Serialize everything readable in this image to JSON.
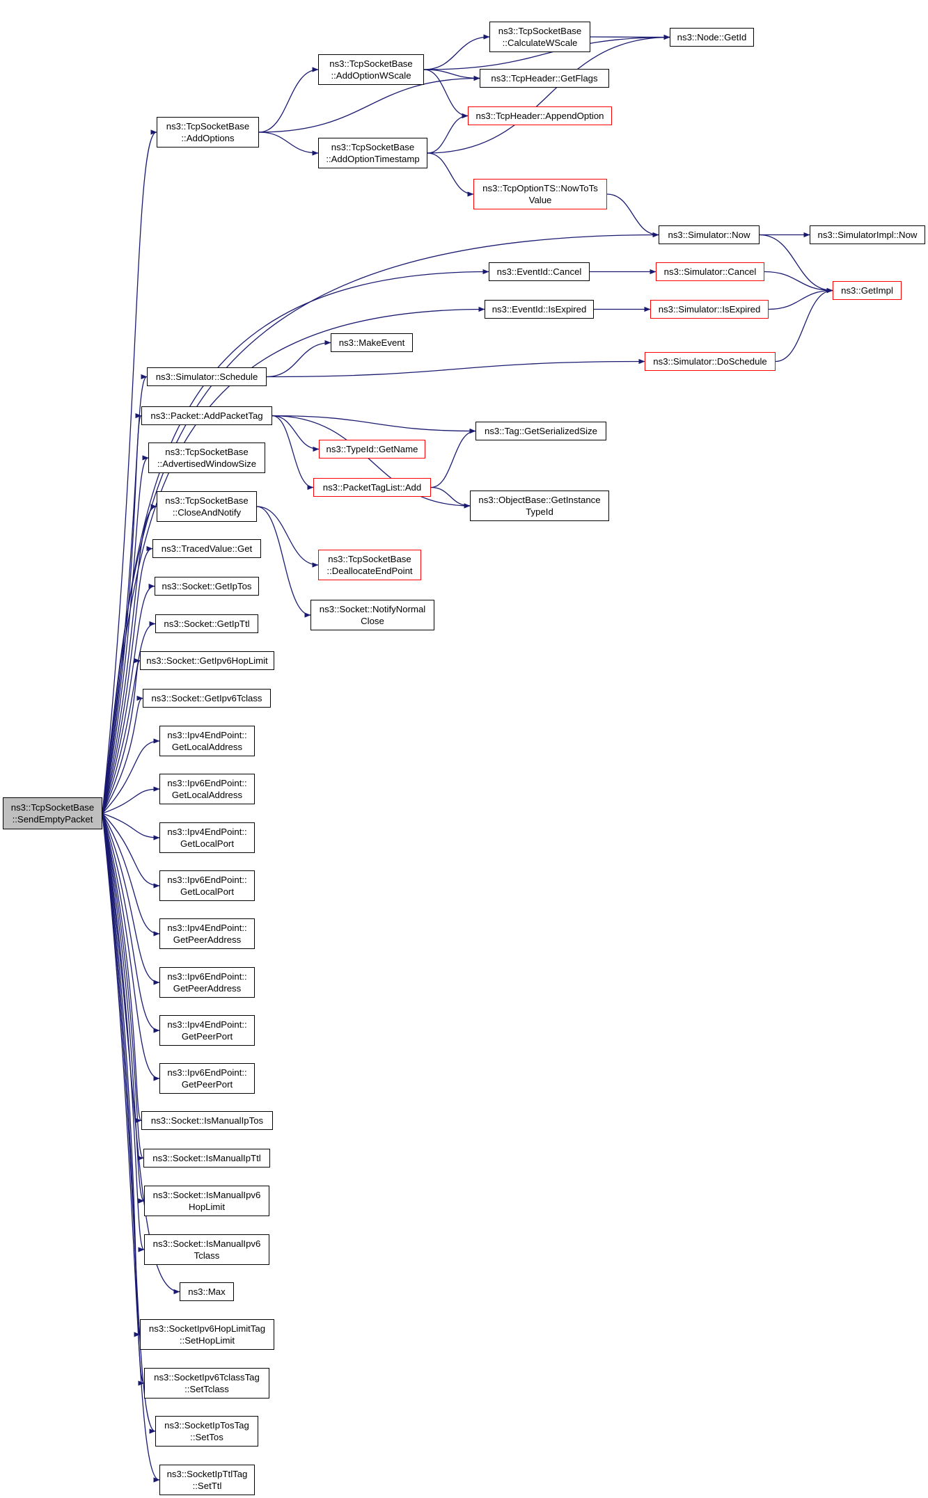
{
  "diagram": {
    "type": "call-graph",
    "colors": {
      "edge": "#191970",
      "node_border": "#000000",
      "truncated_border": "#ff0000",
      "root_fill": "#bfbfbf"
    },
    "nodes": [
      {
        "id": "root",
        "lines": [
          "ns3::TcpSocketBase",
          "::SendEmptyPacket"
        ],
        "style": "root"
      },
      {
        "id": "addOptions",
        "lines": [
          "ns3::TcpSocketBase",
          "::AddOptions"
        ]
      },
      {
        "id": "addOptionWScale",
        "lines": [
          "ns3::TcpSocketBase",
          "::AddOptionWScale"
        ]
      },
      {
        "id": "addOptionTimestamp",
        "lines": [
          "ns3::TcpSocketBase",
          "::AddOptionTimestamp"
        ]
      },
      {
        "id": "calculateWScale",
        "lines": [
          "ns3::TcpSocketBase",
          "::CalculateWScale"
        ]
      },
      {
        "id": "nodeGetId",
        "lines": [
          "ns3::Node::GetId"
        ]
      },
      {
        "id": "getFlags",
        "lines": [
          "ns3::TcpHeader::GetFlags"
        ]
      },
      {
        "id": "appendOption",
        "lines": [
          "ns3::TcpHeader::AppendOption"
        ],
        "style": "red"
      },
      {
        "id": "nowToTs",
        "lines": [
          "ns3::TcpOptionTS::NowToTs",
          "Value"
        ],
        "style": "red"
      },
      {
        "id": "simNow",
        "lines": [
          "ns3::Simulator::Now"
        ]
      },
      {
        "id": "simImplNow",
        "lines": [
          "ns3::SimulatorImpl::Now"
        ]
      },
      {
        "id": "evCancel",
        "lines": [
          "ns3::EventId::Cancel"
        ]
      },
      {
        "id": "simCancel",
        "lines": [
          "ns3::Simulator::Cancel"
        ],
        "style": "red"
      },
      {
        "id": "getImpl",
        "lines": [
          "ns3::GetImpl"
        ],
        "style": "red"
      },
      {
        "id": "evIsExpired",
        "lines": [
          "ns3::EventId::IsExpired"
        ]
      },
      {
        "id": "simIsExpired",
        "lines": [
          "ns3::Simulator::IsExpired"
        ],
        "style": "red"
      },
      {
        "id": "makeEvent",
        "lines": [
          "ns3::MakeEvent"
        ]
      },
      {
        "id": "simSchedule",
        "lines": [
          "ns3::Simulator::Schedule"
        ]
      },
      {
        "id": "doSchedule",
        "lines": [
          "ns3::Simulator::DoSchedule"
        ],
        "style": "red"
      },
      {
        "id": "addPacketTag",
        "lines": [
          "ns3::Packet::AddPacketTag"
        ]
      },
      {
        "id": "tagSize",
        "lines": [
          "ns3::Tag::GetSerializedSize"
        ]
      },
      {
        "id": "typeIdName",
        "lines": [
          "ns3::TypeId::GetName"
        ],
        "style": "red"
      },
      {
        "id": "tagListAdd",
        "lines": [
          "ns3::PacketTagList::Add"
        ],
        "style": "red"
      },
      {
        "id": "instTypeId",
        "lines": [
          "ns3::ObjectBase::GetInstance",
          "TypeId"
        ]
      },
      {
        "id": "advWin",
        "lines": [
          "ns3::TcpSocketBase",
          "::AdvertisedWindowSize"
        ]
      },
      {
        "id": "closeNotify",
        "lines": [
          "ns3::TcpSocketBase",
          "::CloseAndNotify"
        ]
      },
      {
        "id": "deallocEP",
        "lines": [
          "ns3::TcpSocketBase",
          "::DeallocateEndPoint"
        ],
        "style": "red"
      },
      {
        "id": "notifyClose",
        "lines": [
          "ns3::Socket::NotifyNormal",
          "Close"
        ]
      },
      {
        "id": "tracedGet",
        "lines": [
          "ns3::TracedValue::Get"
        ]
      },
      {
        "id": "getIpTos",
        "lines": [
          "ns3::Socket::GetIpTos"
        ]
      },
      {
        "id": "getIpTtl",
        "lines": [
          "ns3::Socket::GetIpTtl"
        ]
      },
      {
        "id": "getHopLimit",
        "lines": [
          "ns3::Socket::GetIpv6HopLimit"
        ]
      },
      {
        "id": "getTclass",
        "lines": [
          "ns3::Socket::GetIpv6Tclass"
        ]
      },
      {
        "id": "v4LocalAddr",
        "lines": [
          "ns3::Ipv4EndPoint::",
          "GetLocalAddress"
        ]
      },
      {
        "id": "v6LocalAddr",
        "lines": [
          "ns3::Ipv6EndPoint::",
          "GetLocalAddress"
        ]
      },
      {
        "id": "v4LocalPort",
        "lines": [
          "ns3::Ipv4EndPoint::",
          "GetLocalPort"
        ]
      },
      {
        "id": "v6LocalPort",
        "lines": [
          "ns3::Ipv6EndPoint::",
          "GetLocalPort"
        ]
      },
      {
        "id": "v4PeerAddr",
        "lines": [
          "ns3::Ipv4EndPoint::",
          "GetPeerAddress"
        ]
      },
      {
        "id": "v6PeerAddr",
        "lines": [
          "ns3::Ipv6EndPoint::",
          "GetPeerAddress"
        ]
      },
      {
        "id": "v4PeerPort",
        "lines": [
          "ns3::Ipv4EndPoint::",
          "GetPeerPort"
        ]
      },
      {
        "id": "v6PeerPort",
        "lines": [
          "ns3::Ipv6EndPoint::",
          "GetPeerPort"
        ]
      },
      {
        "id": "isManTos",
        "lines": [
          "ns3::Socket::IsManualIpTos"
        ]
      },
      {
        "id": "isManTtl",
        "lines": [
          "ns3::Socket::IsManualIpTtl"
        ]
      },
      {
        "id": "isManHop",
        "lines": [
          "ns3::Socket::IsManualIpv6",
          "HopLimit"
        ]
      },
      {
        "id": "isManTclass",
        "lines": [
          "ns3::Socket::IsManualIpv6",
          "Tclass"
        ]
      },
      {
        "id": "max",
        "lines": [
          "ns3::Max"
        ]
      },
      {
        "id": "setHopLimit",
        "lines": [
          "ns3::SocketIpv6HopLimitTag",
          "::SetHopLimit"
        ]
      },
      {
        "id": "setTclass",
        "lines": [
          "ns3::SocketIpv6TclassTag",
          "::SetTclass"
        ]
      },
      {
        "id": "setTos",
        "lines": [
          "ns3::SocketIpTosTag",
          "::SetTos"
        ]
      },
      {
        "id": "setTtl",
        "lines": [
          "ns3::SocketIpTtlTag",
          "::SetTtl"
        ]
      }
    ],
    "edges": [
      [
        "root",
        "addOptions"
      ],
      [
        "root",
        "simNow"
      ],
      [
        "root",
        "evCancel"
      ],
      [
        "root",
        "evIsExpired"
      ],
      [
        "root",
        "simSchedule"
      ],
      [
        "root",
        "addPacketTag"
      ],
      [
        "root",
        "advWin"
      ],
      [
        "root",
        "closeNotify"
      ],
      [
        "root",
        "tracedGet"
      ],
      [
        "root",
        "getIpTos"
      ],
      [
        "root",
        "getIpTtl"
      ],
      [
        "root",
        "getHopLimit"
      ],
      [
        "root",
        "getTclass"
      ],
      [
        "root",
        "v4LocalAddr"
      ],
      [
        "root",
        "v6LocalAddr"
      ],
      [
        "root",
        "v4LocalPort"
      ],
      [
        "root",
        "v6LocalPort"
      ],
      [
        "root",
        "v4PeerAddr"
      ],
      [
        "root",
        "v6PeerAddr"
      ],
      [
        "root",
        "v4PeerPort"
      ],
      [
        "root",
        "v6PeerPort"
      ],
      [
        "root",
        "isManTos"
      ],
      [
        "root",
        "isManTtl"
      ],
      [
        "root",
        "isManHop"
      ],
      [
        "root",
        "isManTclass"
      ],
      [
        "root",
        "max"
      ],
      [
        "root",
        "setHopLimit"
      ],
      [
        "root",
        "setTclass"
      ],
      [
        "root",
        "setTos"
      ],
      [
        "root",
        "setTtl"
      ],
      [
        "addOptions",
        "addOptionWScale"
      ],
      [
        "addOptions",
        "getFlags"
      ],
      [
        "addOptions",
        "addOptionTimestamp"
      ],
      [
        "addOptionWScale",
        "calculateWScale"
      ],
      [
        "addOptionWScale",
        "nodeGetId"
      ],
      [
        "addOptionWScale",
        "getFlags"
      ],
      [
        "addOptionWScale",
        "appendOption"
      ],
      [
        "calculateWScale",
        "nodeGetId"
      ],
      [
        "addOptionTimestamp",
        "appendOption"
      ],
      [
        "addOptionTimestamp",
        "nodeGetId"
      ],
      [
        "addOptionTimestamp",
        "nowToTs"
      ],
      [
        "nowToTs",
        "simNow"
      ],
      [
        "simNow",
        "simImplNow"
      ],
      [
        "simNow",
        "getImpl"
      ],
      [
        "evCancel",
        "simCancel"
      ],
      [
        "simCancel",
        "getImpl"
      ],
      [
        "evIsExpired",
        "simIsExpired"
      ],
      [
        "simIsExpired",
        "getImpl"
      ],
      [
        "simSchedule",
        "makeEvent"
      ],
      [
        "simSchedule",
        "doSchedule"
      ],
      [
        "doSchedule",
        "getImpl"
      ],
      [
        "addPacketTag",
        "tagSize"
      ],
      [
        "addPacketTag",
        "typeIdName"
      ],
      [
        "addPacketTag",
        "tagListAdd"
      ],
      [
        "addPacketTag",
        "instTypeId"
      ],
      [
        "tagListAdd",
        "tagSize"
      ],
      [
        "tagListAdd",
        "instTypeId"
      ],
      [
        "closeNotify",
        "deallocEP"
      ],
      [
        "closeNotify",
        "notifyClose"
      ]
    ]
  }
}
